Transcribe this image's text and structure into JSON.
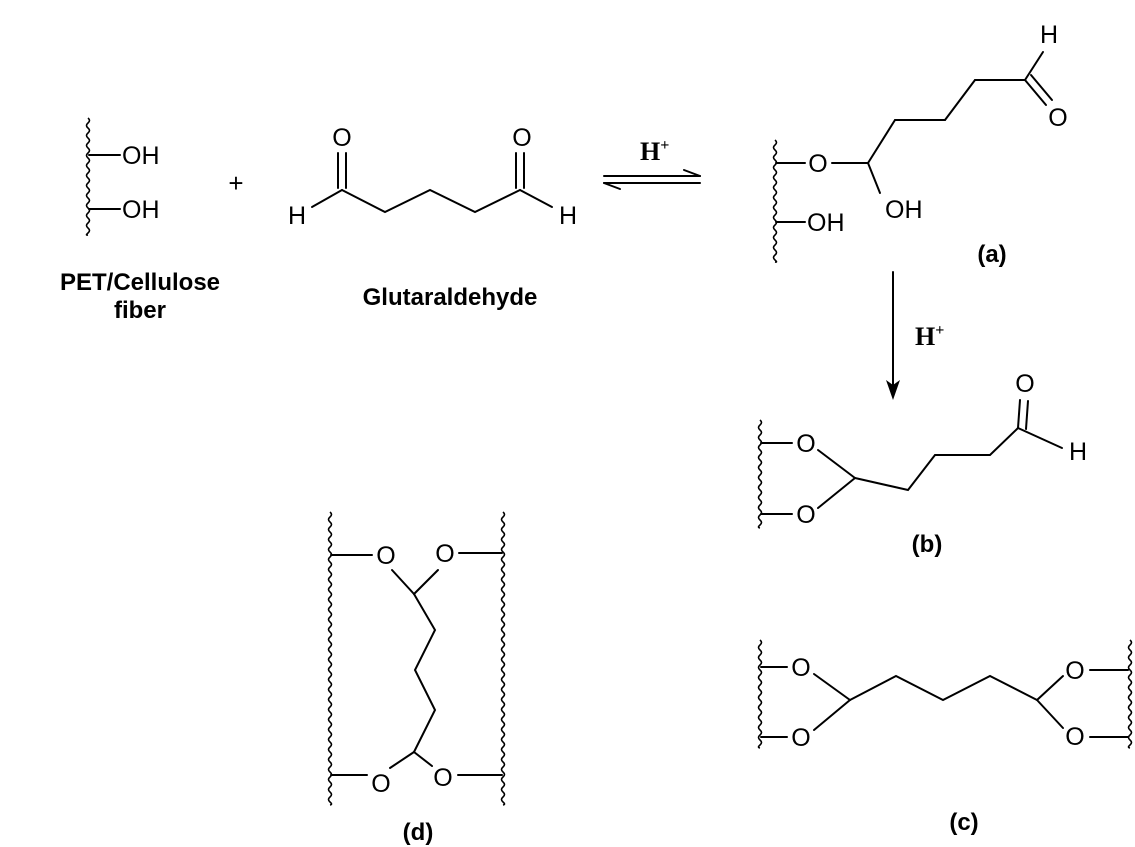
{
  "reactant_fiber": {
    "group_top": "OH",
    "group_bottom": "OH",
    "caption_line1": "PET/Cellulose",
    "caption_line2": "fiber"
  },
  "operator": {
    "plus": "+"
  },
  "glutaraldehyde": {
    "oxygen_left": "O",
    "oxygen_right": "O",
    "hydrogen_left": "H",
    "hydrogen_right": "H",
    "caption": "Glutaraldehyde"
  },
  "equilibrium_arrow": {
    "catalyst": "H",
    "catalyst_sup": "+"
  },
  "product_a": {
    "ether_oxygen": "O",
    "hydroxyl": "OH",
    "fiber_hydroxyl": "OH",
    "aldehyde_oxygen": "O",
    "aldehyde_hydrogen": "H",
    "label": "(a)"
  },
  "down_arrow": {
    "catalyst": "H",
    "catalyst_sup": "+"
  },
  "product_b": {
    "oxygen_top": "O",
    "oxygen_bottom": "O",
    "aldehyde_oxygen": "O",
    "aldehyde_hydrogen": "H",
    "label": "(b)"
  },
  "product_c": {
    "oxygen_left_top": "O",
    "oxygen_left_bottom": "O",
    "oxygen_right_top": "O",
    "oxygen_right_bottom": "O",
    "label": "(c)"
  },
  "product_d": {
    "oxygen_top_left": "O",
    "oxygen_top_right": "O",
    "oxygen_bottom_left": "O",
    "oxygen_bottom_right": "O",
    "label": "(d)"
  }
}
